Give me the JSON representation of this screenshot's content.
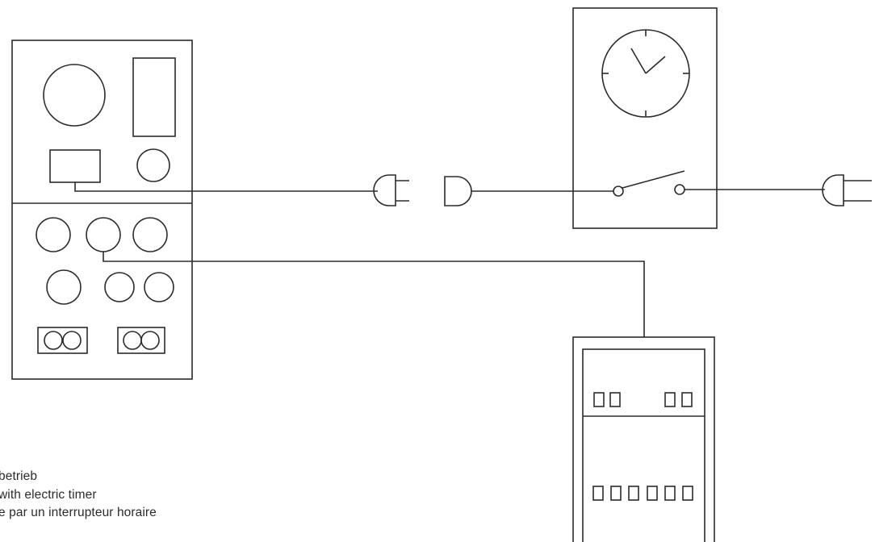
{
  "captions": {
    "line1": "betrieb",
    "line2": "with electric timer",
    "line3": "e par un interrupteur horaire"
  },
  "components": {
    "control_unit": "control-unit",
    "timer": "timer-unit",
    "distribution_box": "distribution-box",
    "plugs": [
      "plug-male-left",
      "plug-female",
      "plug-male-right"
    ],
    "icons": [
      "clock-icon",
      "switch-icon"
    ]
  },
  "colors": {
    "line": "#2b2b2b",
    "background": "#ffffff"
  }
}
